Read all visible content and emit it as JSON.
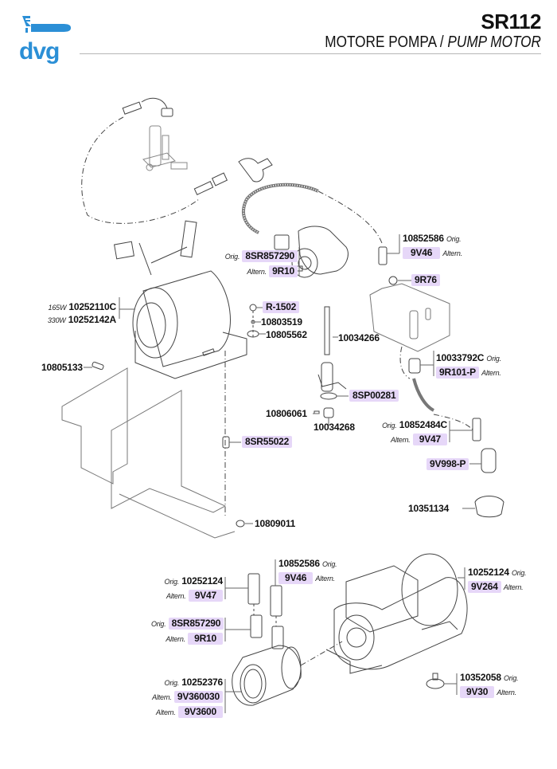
{
  "header": {
    "brand": "dvg",
    "code": "SR112",
    "title_it": "MOTORE POMPA",
    "separator": " / ",
    "title_en": "PUMP MOTOR",
    "brand_color": "#2b8fd6"
  },
  "tags": {
    "orig": "Orig.",
    "altern": "Altern."
  },
  "colors": {
    "highlight": "#e6d7f8",
    "line": "#555555"
  },
  "parts": {
    "pump_top": {
      "orig": "8SR857290",
      "alt": "9R10"
    },
    "fitting_top": {
      "orig": "10852586",
      "alt": "9V46"
    },
    "washer_9r76": "9R76",
    "motor": {
      "w165_label": "165W",
      "w165": "10252110C",
      "w330_label": "330W",
      "w330": "10252142A"
    },
    "nut_r1502": "R-1502",
    "washer_10803519": "10803519",
    "washer_10805562": "10805562",
    "screw_10805133": "10805133",
    "pin_10034266": "10034266",
    "fitting_mid": {
      "orig": "10033792C",
      "alt": "9R101-P"
    },
    "oring": "8SP00281",
    "grub_10806061": "10806061",
    "bush_10034268": "10034268",
    "fitting_lower": {
      "orig": "10852484C",
      "alt": "9V47"
    },
    "spacer": "8SR55022",
    "valve": "9V998-P",
    "cap": "10351134",
    "nut_10809011": "10809011",
    "fit_a": {
      "orig": "10852586",
      "alt": "9V46"
    },
    "fit_b": {
      "orig": "10252124",
      "alt": "9V47"
    },
    "fit_c": {
      "orig": "8SR857290",
      "alt": "9R10"
    },
    "pump_body": {
      "orig": "10252376",
      "alt1": "9V360030",
      "alt2": "9V3600"
    },
    "motor2": {
      "orig": "10252124",
      "alt": "9V264"
    },
    "foot": {
      "orig": "10352058",
      "alt": "9V30"
    }
  }
}
